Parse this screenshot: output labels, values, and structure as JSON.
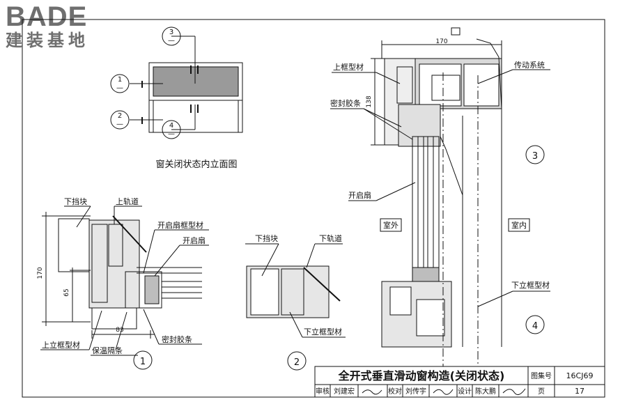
{
  "brand": {
    "name": "BADE",
    "subtitle": "建装基地"
  },
  "elevation": {
    "caption": "窗关闭状态内立面图",
    "callouts": [
      {
        "num": "1",
        "sub": "—"
      },
      {
        "num": "2",
        "sub": "—"
      },
      {
        "num": "3",
        "sub": "—"
      },
      {
        "num": "4",
        "sub": "—"
      }
    ]
  },
  "detail1": {
    "number": "1",
    "labels": {
      "lower_stop": "下挡块",
      "upper_track": "上轨道",
      "sash_frame": "开启扇框型材",
      "sash": "开启扇",
      "upper_vertical_frame": "上立框型材",
      "thermal_strip": "保温隔条",
      "seal_strip": "密封胶条"
    },
    "dims": {
      "d170": "170",
      "d65": "65",
      "d83": "83"
    }
  },
  "detail2": {
    "number": "2",
    "labels": {
      "lower_stop": "下挡块",
      "lower_track": "下轨道",
      "lower_vertical_frame": "下立框型材"
    }
  },
  "section": {
    "labels": {
      "top_frame": "上框型材",
      "drive_system": "传动系统",
      "seal_strip": "密封胶条",
      "sash": "开启扇",
      "outdoor": "室外",
      "indoor": "室内",
      "lower_vertical_frame": "下立框型材"
    },
    "dims": {
      "d170": "170",
      "d138": "138"
    },
    "markers": [
      "3",
      "4"
    ]
  },
  "title_block": {
    "title": "全开式垂直滑动窗构造(关闭状态)",
    "atlas_label": "图集号",
    "atlas_no": "16CJ69",
    "review_label": "审核",
    "reviewer": "刘建宏",
    "check_label": "校对",
    "checker": "刘传宇",
    "design_label": "设计",
    "designer": "陈大鹏",
    "page_label": "页",
    "page_no": "17"
  }
}
